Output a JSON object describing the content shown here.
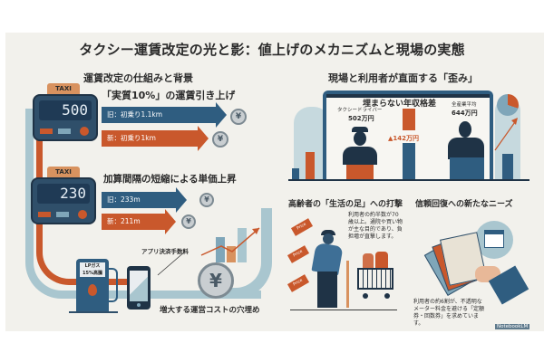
{
  "title": "タクシー運賃改定の光と影：値上げのメカニズムと現場の実態",
  "left": {
    "heading": "運賃改定の仕組みと背景",
    "block1": {
      "taxi_sign": "TAXI",
      "meter_value": "500",
      "title": "「実質10%」の運賃引き上げ",
      "old_label": "旧：初乗り1.1km",
      "new_label": "新：初乗り1km",
      "coin_symbol": "¥"
    },
    "block2": {
      "taxi_sign": "TAXI",
      "meter_value": "230",
      "title": "加算間隔の短縮による単価上昇",
      "old_label": "旧：233m",
      "new_label": "新：211m",
      "coin_symbol": "¥"
    },
    "block3": {
      "gas_label_line1": "LPガス",
      "gas_label_line2": "15%高騰",
      "app_fee_label": "アプリ決済手数料",
      "coin_symbol": "¥",
      "caption": "増大する運営コストの穴埋め"
    }
  },
  "right": {
    "heading": "現場と利用者が直面する「歪み」",
    "income_gap": {
      "title": "埋まらない年収格差",
      "driver_label": "タクシードライバー",
      "driver_value": "502万円",
      "all_label": "全産業平均",
      "all_value": "644万円",
      "gap_value": "▲142万円"
    },
    "elderly": {
      "title": "高齢者の「生活の足」への打撃",
      "text": "利用者の約半数が70歳以上。通院や買い物が主な目的であり、負担増が直撃します。",
      "tag_label": "Price"
    },
    "trust": {
      "title": "信頼回復への新たなニーズ",
      "text": "利用者の約6割が、不透明なメーター料金を避ける「定額券・回数券」を求めています。"
    }
  },
  "watermark": "NotebookLM",
  "chart_data": {
    "type": "bar",
    "title": "埋まらない年収格差",
    "categories": [
      "タクシードライバー",
      "全産業平均"
    ],
    "values": [
      502,
      644
    ],
    "unit": "万円",
    "annotation": "▲142万円"
  },
  "colors": {
    "background": "#f2f1ec",
    "navy": "#2f4f6a",
    "blue": "#2f5d80",
    "orange": "#c9582c",
    "light_blue": "#a9c6cf"
  }
}
